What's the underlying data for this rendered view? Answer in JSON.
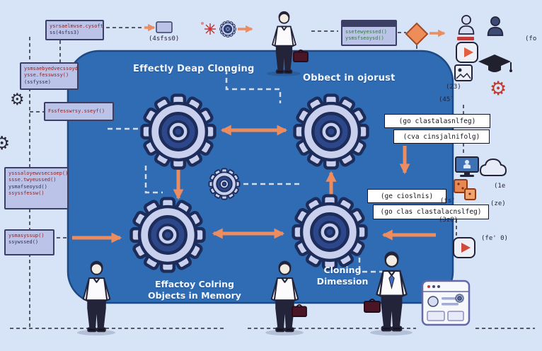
{
  "colors": {
    "background": "#d7e4f8",
    "panel": "#2f6cb4",
    "panel_border": "#1d4a85",
    "gear_body": "#c9d0ee",
    "gear_ring": "#2c478a",
    "gear_outline": "#1d2c59",
    "arrow": "#ec8c5f",
    "code_box_bg": "#bcc3e8",
    "code_text": "#8f1d1d",
    "accent_red": "#c23b3b"
  },
  "titles": {
    "top_left": "Effectly Deap Clonging",
    "top_right": "Obbect in ojorust",
    "bottom_left": "Effactoy Colring Objects in Memory",
    "bottom_right": "Cloning Dimession"
  },
  "label_boxes": {
    "a": "(go clastalasnlfeg)",
    "b": "(cva cinsjalnifolg)",
    "c": "(ge cioslnis)",
    "d": "(go clas clastalacnslfeg)"
  },
  "small_labels": {
    "top_box": "(4sfss0)",
    "fo": "(fo",
    "n23": "(23)",
    "n45": "(45`",
    "n1e": "(1e",
    "fs": "(fs'",
    "ze": "(ze)",
    "n3z8": "(3z8)",
    "fe0": "(fe' 0)"
  },
  "code_boxes": {
    "tl1": {
      "lines": [
        "ysrsaelmvse.cysoft()",
        "ss(4sfss3)"
      ]
    },
    "tl2": {
      "lines": [
        "ysmsaebyedvecssoyd()",
        "ysse.fesswssy()",
        "(ssfysse)"
      ]
    },
    "tl3": {
      "lines": [
        "Fssfesswrsy.sseyf()"
      ]
    },
    "l4": {
      "lines": [
        "ysssaloyewvsecsoep()",
        "ssse.twyeussed()",
        "ysmafseoysd()",
        "ssyssfessw()"
      ]
    },
    "l5": {
      "lines": [
        "ysmasyssup()",
        "ssywssed()"
      ]
    },
    "tr": {
      "lines": [
        "ssetewyessed()",
        "ysmsfseoysd()"
      ]
    }
  },
  "icons": {
    "gear_glyph": "⚙"
  }
}
